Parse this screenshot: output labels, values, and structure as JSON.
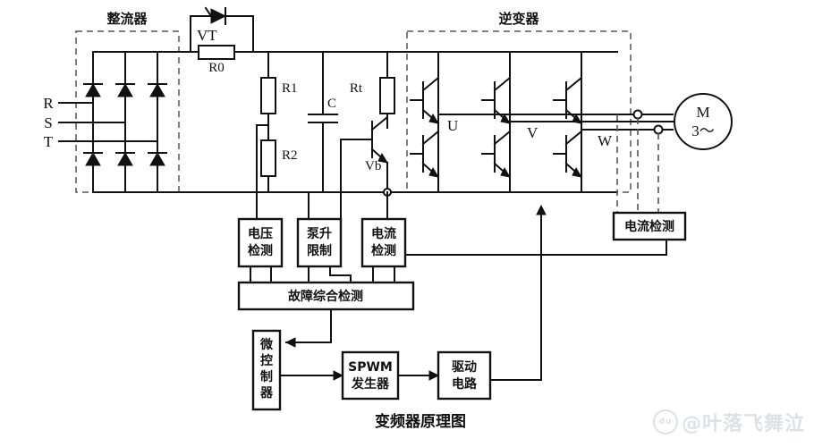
{
  "title": "变频器原理图",
  "sections": {
    "rectifier_label": "整流器",
    "inverter_label": "逆变器"
  },
  "inputs": {
    "phase_r": "R",
    "phase_s": "S",
    "phase_t": "T"
  },
  "components": {
    "vt": "VT",
    "r0": "R0",
    "r1": "R1",
    "r2": "R2",
    "c": "C",
    "rt": "Rt",
    "vb": "Vb"
  },
  "outputs": {
    "u": "U",
    "v": "V",
    "w": "W"
  },
  "motor": {
    "symbol": "M",
    "phase": "3〜"
  },
  "blocks": {
    "voltage_detect": {
      "line1": "电压",
      "line2": "检测"
    },
    "pump_limit": {
      "line1": "泵升",
      "line2": "限制"
    },
    "current_detect": {
      "line1": "电流",
      "line2": "检测"
    },
    "fault_detect": "故障综合检测",
    "current_detect_out": "电流检测",
    "mcu": {
      "c1": "微",
      "c2": "控",
      "c3": "制",
      "c4": "器"
    },
    "spwm": {
      "line1": "SPWM",
      "line2": "发生器"
    },
    "drive": {
      "line1": "驱动",
      "line2": "电路"
    }
  },
  "watermark": {
    "logo": "du",
    "text": "@叶落飞舞泣"
  },
  "colors": {
    "line": "#111111",
    "dashed": "#555555",
    "background": "#ffffff"
  }
}
